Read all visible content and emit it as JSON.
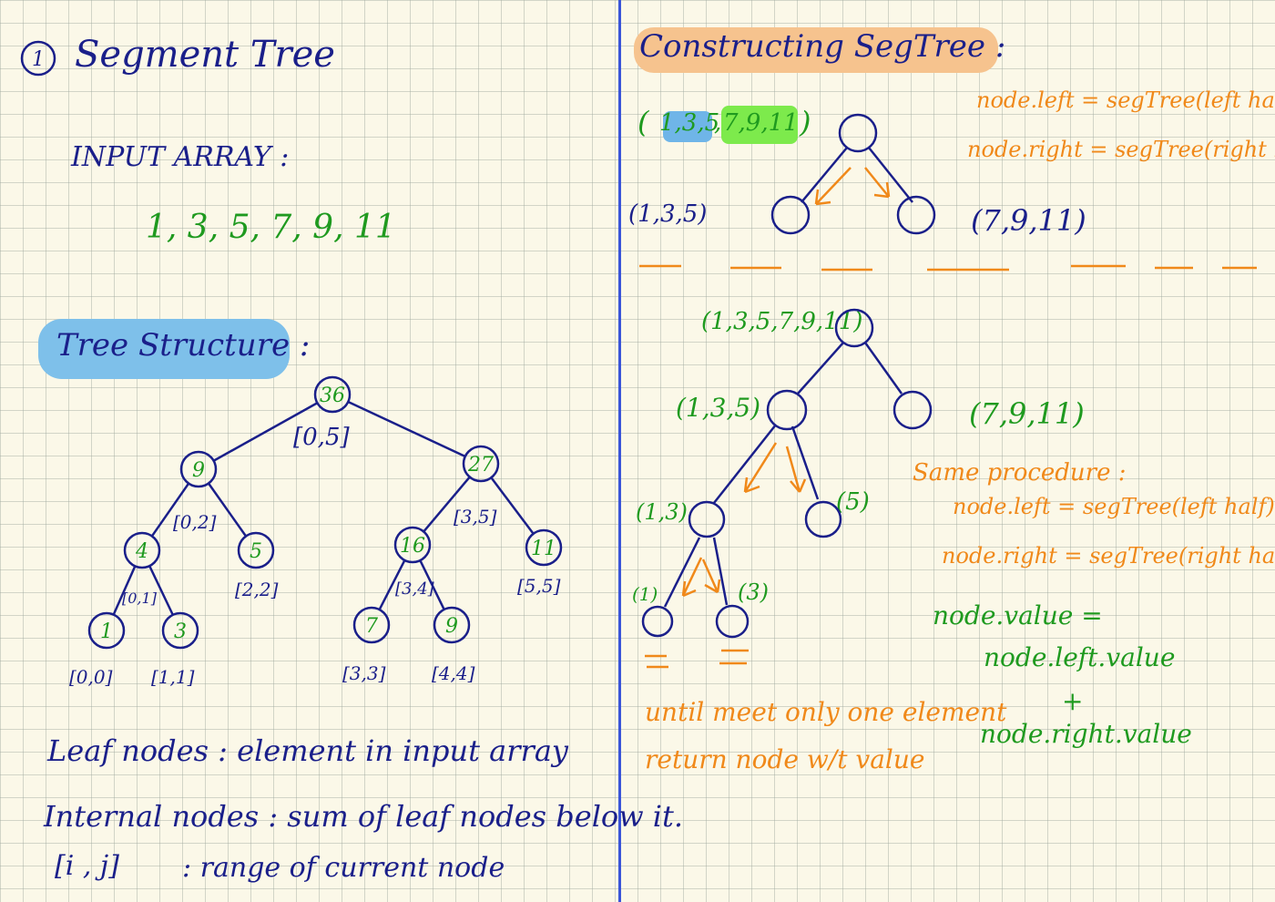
{
  "left": {
    "title_number": "1",
    "title": "Segment Tree",
    "input_label": "INPUT ARRAY :",
    "input_values": "1, 3, 5, 7, 9, 11",
    "tree_heading": "Tree Structure :",
    "tree_nodes": [
      {
        "id": "n36",
        "value": "36",
        "range": "[0,5]"
      },
      {
        "id": "n9",
        "value": "9",
        "range": "[0,2]"
      },
      {
        "id": "n27",
        "value": "27",
        "range": "[3,5]"
      },
      {
        "id": "n4",
        "value": "4",
        "range": "[0,1]"
      },
      {
        "id": "n5",
        "value": "5",
        "range": "[2,2]"
      },
      {
        "id": "n16",
        "value": "16",
        "range": "[3,4]"
      },
      {
        "id": "n11",
        "value": "11",
        "range": "[5,5]"
      },
      {
        "id": "n1",
        "value": "1",
        "range": "[0,0]"
      },
      {
        "id": "n3",
        "value": "3",
        "range": "[1,1]"
      },
      {
        "id": "n7",
        "value": "7",
        "range": "[3,3]"
      },
      {
        "id": "n9b",
        "value": "9",
        "range": "[4,4]"
      }
    ],
    "notes": {
      "leaf": "Leaf nodes :  element in input array",
      "internal": "Internal nodes :  sum of leaf nodes below it.",
      "range_symbol": "[i , j]",
      "range_desc": ":   range of current node"
    }
  },
  "right": {
    "heading": "Constructing SegTree :",
    "top_array_a": "1,3,5",
    "top_array_b": "7,9,11",
    "top_left": "(1,3,5)",
    "top_right": "(7,9,11)",
    "code_left": "node.left = segTree(left half)",
    "code_right": "node.right = segTree(right half)",
    "root_label": "(1,3,5,7,9,11)",
    "mid_left": "(1,3,5)",
    "mid_right": "(7,9,11)",
    "low_left": "(1,3)",
    "low_right": "(5)",
    "leaf_left": "(1)",
    "leaf_right": "(3)",
    "same_procedure": "Same procedure :",
    "code_left2": "node.left = segTree(left half)",
    "code_right2": "node.right = segTree(right half)",
    "value_line1": "node.value =",
    "value_line2": "node.left.value",
    "value_plus": "+",
    "value_line3": "node.right.value",
    "until1": "until meet only one element",
    "until2": "return node w/t value"
  },
  "colors": {
    "navy": "#1a1f8a",
    "green": "#1f9a1f",
    "orange": "#f0891a",
    "blue_highlight": "#7ec0ea",
    "orange_highlight": "#f6c38e",
    "green_highlight": "#7dea4c"
  }
}
